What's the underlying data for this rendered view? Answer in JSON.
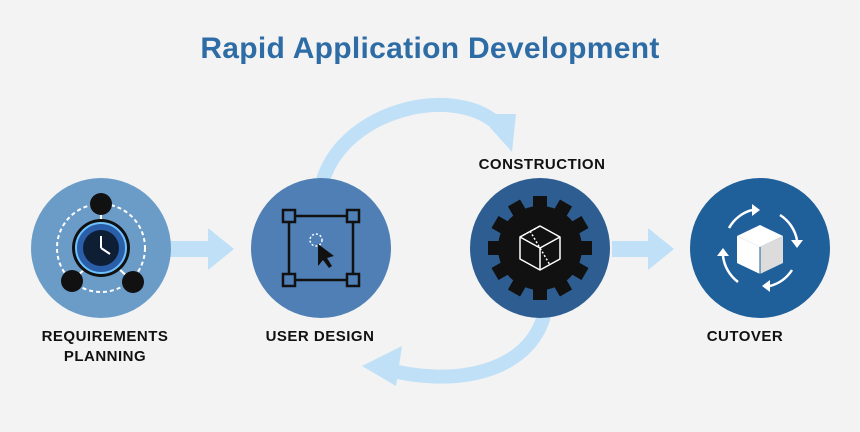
{
  "title": "Rapid Application Development",
  "stages": [
    {
      "id": "requirements",
      "label_line1": "REQUIREMENTS",
      "label_line2": "PLANNING",
      "icon": "clock-network-icon"
    },
    {
      "id": "user-design",
      "label_line1": "USER DESIGN",
      "icon": "design-frame-cursor-icon"
    },
    {
      "id": "construction",
      "label_line1": "CONSTRUCTION",
      "icon": "gear-cube-icon"
    },
    {
      "id": "cutover",
      "label_line1": "CUTOVER",
      "icon": "cycle-box-icon"
    }
  ],
  "colors": {
    "title": "#2e6ca5",
    "stage1": "#6b9cc8",
    "stage2": "#4f7fb5",
    "stage3": "#2e5e91",
    "stage4": "#1f5f9a",
    "arrow": "#bfe0f7",
    "background": "#f3f3f3"
  }
}
